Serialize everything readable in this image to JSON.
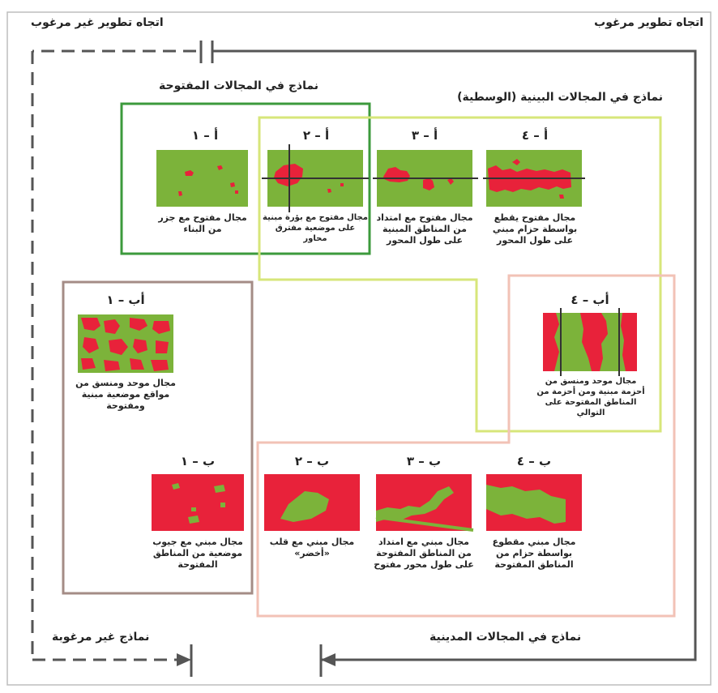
{
  "colors": {
    "green_fill": "#7cb33a",
    "red_fill": "#e8223a",
    "green_frame": "#3c9a3c",
    "yellow_frame": "#d7e67a",
    "brown_frame": "#a48c86",
    "pink_frame": "#f2c2b6",
    "arrow_line": "#555555"
  },
  "headers": {
    "desired": "اتجاه تطوير مرغوب",
    "undesired": "اتجاه تطوير غير مرغوب",
    "open_areas": "نماذج في المجالات المفتوحة",
    "intermediate_areas": "نماذج في المجالات البينية (الوسطية)",
    "urban_areas": "نماذج في المجالات المدينية",
    "undesired_models": "نماذج غير مرغوبة"
  },
  "panels": {
    "a1": {
      "code": "أ – ١",
      "caption": "مجال مفتوح مع جزر من البناء"
    },
    "a2": {
      "code": "أ – ٢",
      "caption": "مجال مفتوح مع بؤرة مبنية على موضعية مفترق محاور"
    },
    "a3": {
      "code": "أ – ٣",
      "caption": "مجال مفتوح مع امتداد من المناطق المبنية على طول المحور"
    },
    "a4": {
      "code": "أ – ٤",
      "caption": "مجال مفتوح يقطع بواسطة حزام مبني على طول المحور"
    },
    "ab1": {
      "code": "أب – ١",
      "caption": "مجال موحد ومنسق من مواقع موضعية مبنية ومفتوحة"
    },
    "ab4": {
      "code": "أب – ٤",
      "caption": "مجال موحد ومنسق من أحزمة مبنية ومن أحزمة من المناطق المفتوحة على التوالي"
    },
    "b1": {
      "code": "ب – ١",
      "caption": "مجال مبني مع جيوب موضعية من المناطق المفتوحة"
    },
    "b2": {
      "code": "ب – ٢",
      "caption": "مجال مبني مع قلب «أخضر»"
    },
    "b3": {
      "code": "ب – ٣",
      "caption": "مجال مبني مع امتداد من المناطق المفتوحة على طول محور مفتوح"
    },
    "b4": {
      "code": "ب – ٤",
      "caption": "مجال مبني مقطوع بواسطة حزام من المناطق المفتوحة"
    }
  }
}
